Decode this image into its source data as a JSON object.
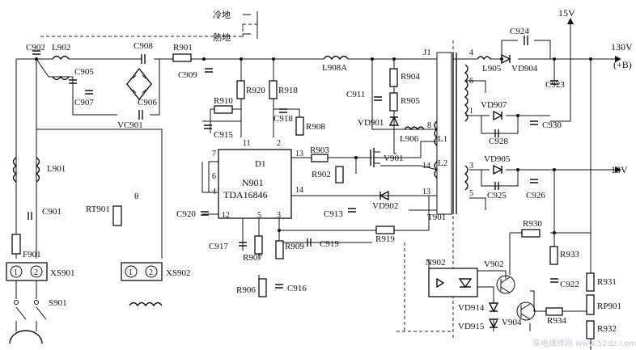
{
  "ground_labels": {
    "cold": "冷地",
    "hot": "熱地"
  },
  "rails": {
    "v15": "15V",
    "v130": "130V",
    "v130_sub": "(+B)",
    "v13": "13V"
  },
  "chip": {
    "ref": "N901",
    "part": "TDA16846",
    "inner": "D1",
    "pins": {
      "p11": "11",
      "p2": "2",
      "p7": "7",
      "p6": "6",
      "p4": "4",
      "p12": "12",
      "p5": "5",
      "p3": "3",
      "p13": "13",
      "p14": "14"
    }
  },
  "transformer": {
    "ref": "T901",
    "tap_j1": "J1",
    "tap_l1": "L1",
    "tap_l2": "L2",
    "pins": {
      "p4": "4",
      "p6": "6",
      "p1": "1",
      "p3": "3",
      "p5": "5",
      "p8": "8",
      "p14": "14",
      "p13": "13"
    }
  },
  "opto": {
    "ref": "N902"
  },
  "misc": {
    "rt_symbol": "θ"
  },
  "connectors": {
    "xs901": {
      "ref": "XS901",
      "pin1": "1",
      "pin2": "2"
    },
    "xs902": {
      "ref": "XS902",
      "pin1": "1",
      "pin2": "2"
    }
  },
  "refs": {
    "C902": "C902",
    "L902": "L902",
    "C905": "C905",
    "C907": "C907",
    "C908": "C908",
    "C906": "C906",
    "VC901": "VC901",
    "R901": "R901",
    "C909": "C909",
    "L908A": "L908A",
    "R920": "R920",
    "R918": "R918",
    "R910": "R910",
    "C915": "C915",
    "C918": "C918",
    "R908": "R908",
    "C911": "C911",
    "R904": "R904",
    "R905": "R905",
    "VD901": "VD901",
    "L906": "L906",
    "R903": "R903",
    "V901": "V901",
    "R902": "R902",
    "C920": "C920",
    "C913": "C913",
    "VD902": "VD902",
    "C917": "C917",
    "R907": "R907",
    "R909": "R909",
    "C919": "C919",
    "R919": "R919",
    "R906": "R906",
    "C916": "C916",
    "L901": "L901",
    "C901": "C901",
    "F901": "F901",
    "RT901": "RT901",
    "S901": "S901",
    "C924": "C924",
    "L905": "L905",
    "VD904": "VD904",
    "C923": "C923",
    "VD907": "VD907",
    "C928": "C928",
    "C930": "C930",
    "VD905": "VD905",
    "C925": "C925",
    "C926": "C926",
    "R930": "R930",
    "R933": "R933",
    "V902": "V902",
    "C922": "C922",
    "R931": "R931",
    "VD914": "VD914",
    "VD915": "VD915",
    "V904": "V904",
    "R934": "R934",
    "RP901": "RP901",
    "R932": "R932"
  },
  "watermark": "家电维修网  www.52dz.com"
}
